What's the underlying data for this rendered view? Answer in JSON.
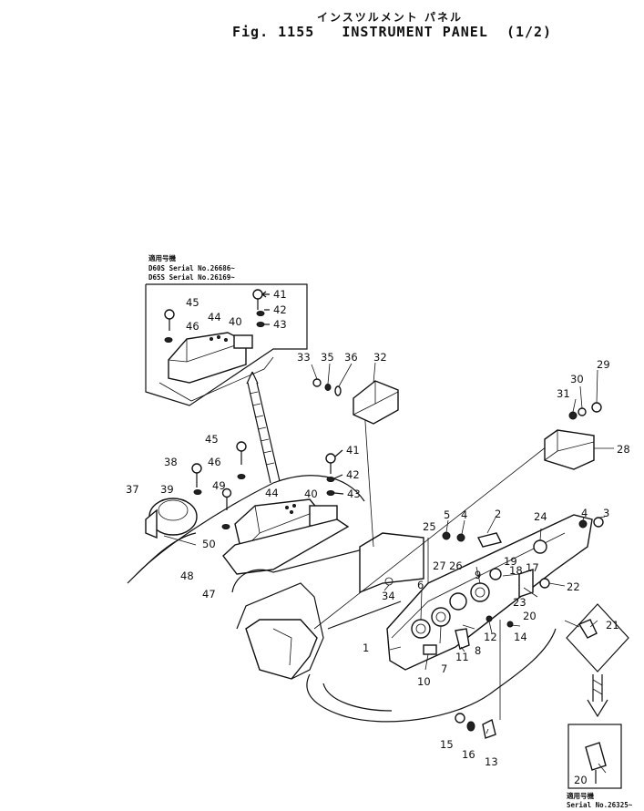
{
  "figure": {
    "number_label": "Fig. 1155",
    "title": "INSTRUMENT PANEL",
    "fraction": "(1/2)",
    "title_jp": "インスツルメント パネル"
  },
  "notes": {
    "top_left": {
      "heading": "適用号機",
      "line1": "D60S Serial No.26686~",
      "line2": "D65S Serial No.26169~"
    },
    "bottom_right": {
      "heading": "適用号機",
      "line1": "Serial No.26325~"
    }
  },
  "callouts": [
    "1",
    "2",
    "3",
    "4",
    "4",
    "5",
    "6",
    "7",
    "8",
    "9",
    "10",
    "11",
    "12",
    "13",
    "14",
    "15",
    "16",
    "17",
    "18",
    "19",
    "20",
    "20",
    "21",
    "22",
    "23",
    "24",
    "25",
    "26",
    "27",
    "28",
    "29",
    "30",
    "31",
    "32",
    "33",
    "34",
    "35",
    "36",
    "37",
    "38",
    "39",
    "40",
    "40",
    "41",
    "41",
    "42",
    "42",
    "43",
    "43",
    "44",
    "44",
    "45",
    "45",
    "46",
    "46",
    "47",
    "48",
    "49",
    "50"
  ]
}
